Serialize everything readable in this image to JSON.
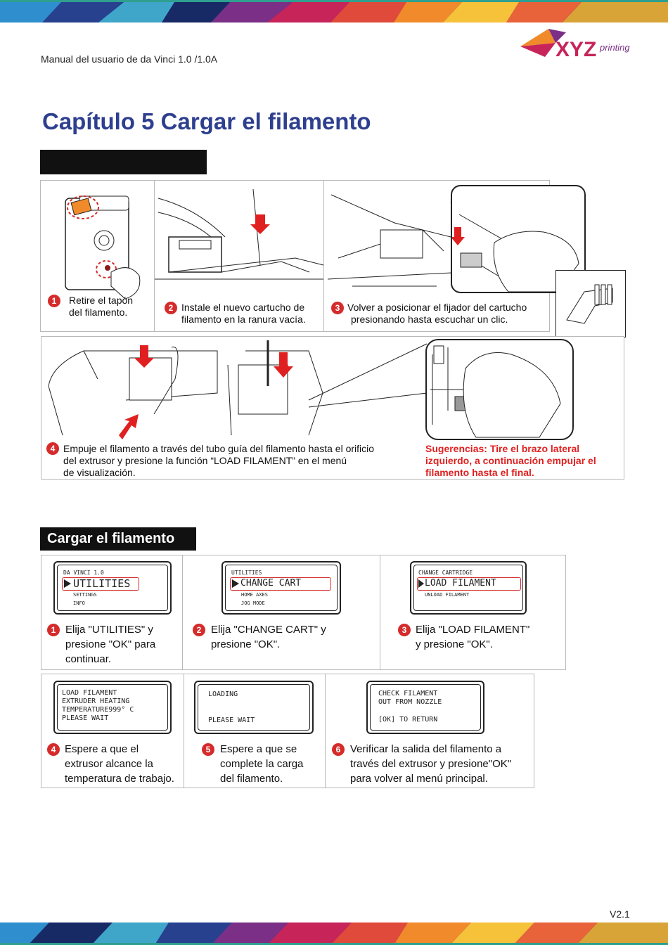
{
  "header": {
    "manual_title": "Manual del usuario de da Vinci 1.0 /1.0A",
    "logo_text": "XYZprinting"
  },
  "chapter_title": "Capítulo 5 Cargar el filamento",
  "section1": {
    "heading": "",
    "steps": [
      {
        "num": "1",
        "text_lines": [
          "Retire el tapón",
          "del filamento."
        ]
      },
      {
        "num": "2",
        "text_lines": [
          "Instale el nuevo cartucho de",
          "filamento en la ranura vacía."
        ]
      },
      {
        "num": "3",
        "text_lines": [
          "Volver a posicionar el fijador del cartucho",
          "presionando hasta escuchar un clic."
        ]
      },
      {
        "num": "4",
        "text_lines": [
          "Empuje el filamento a través del tubo guía del filamento hasta el orificio",
          "del extrusor y presione la función “LOAD FILAMENT” en el menú",
          "de visualización."
        ]
      }
    ],
    "tip_lines": [
      "Sugerencias: Tire el brazo lateral",
      "izquierdo, a continuación empujar el",
      "filamento hasta el final."
    ]
  },
  "section2": {
    "heading": "Cargar el filamento",
    "steps": [
      {
        "num": "1",
        "lcd": {
          "title": "DA VINCI 1.0",
          "selected": "UTILITIES",
          "items": [
            "SETTINGS",
            "INFO"
          ]
        },
        "text_lines": [
          "Elija \"UTILITIES\" y",
          "presione \"OK\" para",
          "continuar."
        ]
      },
      {
        "num": "2",
        "lcd": {
          "title": "UTILITIES",
          "selected": "CHANGE CART",
          "items": [
            "HOME AXES",
            "JOG MODE"
          ]
        },
        "text_lines": [
          "Elija \"CHANGE CART\" y",
          "presione \"OK\"."
        ]
      },
      {
        "num": "3",
        "lcd": {
          "title": "CHANGE CARTRIDGE",
          "selected": "LOAD FILAMENT",
          "items": [
            "UNLOAD FILAMENT"
          ]
        },
        "text_lines": [
          "Elija \"LOAD FILAMENT\"",
          "y presione \"OK\"."
        ]
      },
      {
        "num": "4",
        "lcd": {
          "lines": [
            "LOAD FILAMENT",
            "EXTRUDER HEATING",
            "TEMPERATURE999° C",
            "PLEASE WAIT"
          ]
        },
        "text_lines": [
          "Espere a que el",
          "extrusor alcance la",
          "temperatura de trabajo."
        ]
      },
      {
        "num": "5",
        "lcd": {
          "lines": [
            "LOADING",
            "PLEASE WAIT"
          ]
        },
        "text_lines": [
          "Espere a que se",
          "complete la carga",
          "del filamento."
        ]
      },
      {
        "num": "6",
        "lcd": {
          "lines": [
            "CHECK FILAMENT",
            "OUT FROM NOZZLE",
            "[OK] TO RETURN"
          ]
        },
        "text_lines": [
          "Verificar la salida del filamento a",
          "través del extrusor y presione\"OK\"",
          "para volver al menú principal."
        ]
      }
    ]
  },
  "footer": {
    "version": "V2.1"
  },
  "colors": {
    "title": "#2e3f8f",
    "accent_red": "#d52b2b",
    "tip_red": "#e02020"
  },
  "icons": [
    "selection-arrow-icon",
    "down-arrow-icon"
  ]
}
